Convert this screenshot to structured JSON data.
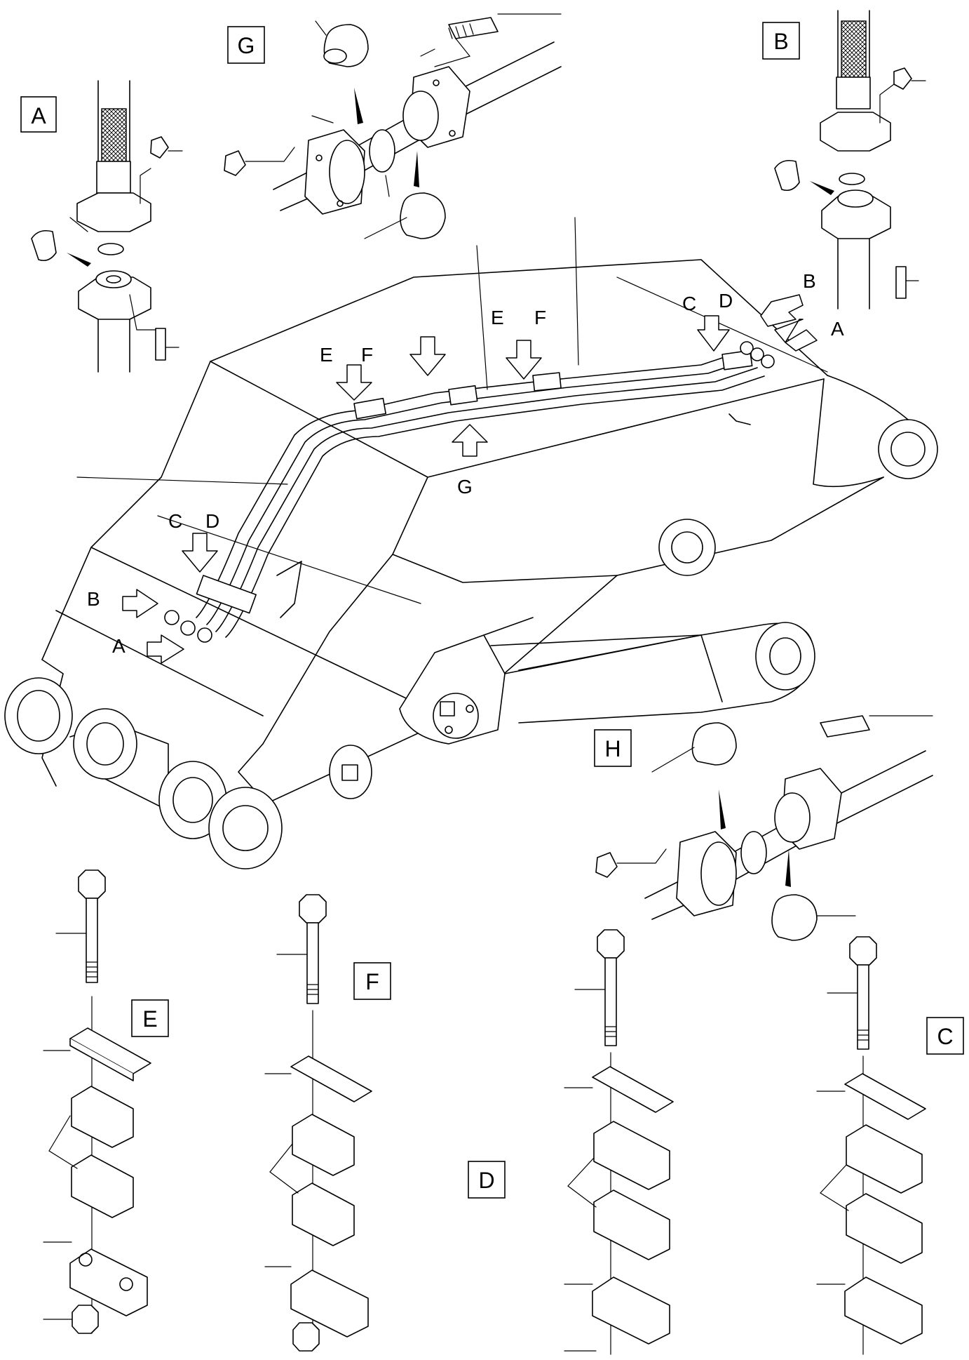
{
  "detail_boxes": [
    {
      "id": "A",
      "text": "A"
    },
    {
      "id": "B",
      "text": "B"
    },
    {
      "id": "C",
      "text": "C"
    },
    {
      "id": "D",
      "text": "D"
    },
    {
      "id": "E",
      "text": "E"
    },
    {
      "id": "F",
      "text": "F"
    },
    {
      "id": "G",
      "text": "G"
    },
    {
      "id": "H",
      "text": "H"
    }
  ],
  "pointer_labels": {
    "tip_A": "A",
    "tip_B": "B",
    "tip_C": "C",
    "tip_D": "D",
    "tip_E1": "E",
    "tip_F1": "F",
    "tip_E2": "E",
    "tip_F2": "F",
    "base_A": "A",
    "base_B": "B",
    "base_C": "C",
    "base_D": "D",
    "mid_G": "G"
  }
}
